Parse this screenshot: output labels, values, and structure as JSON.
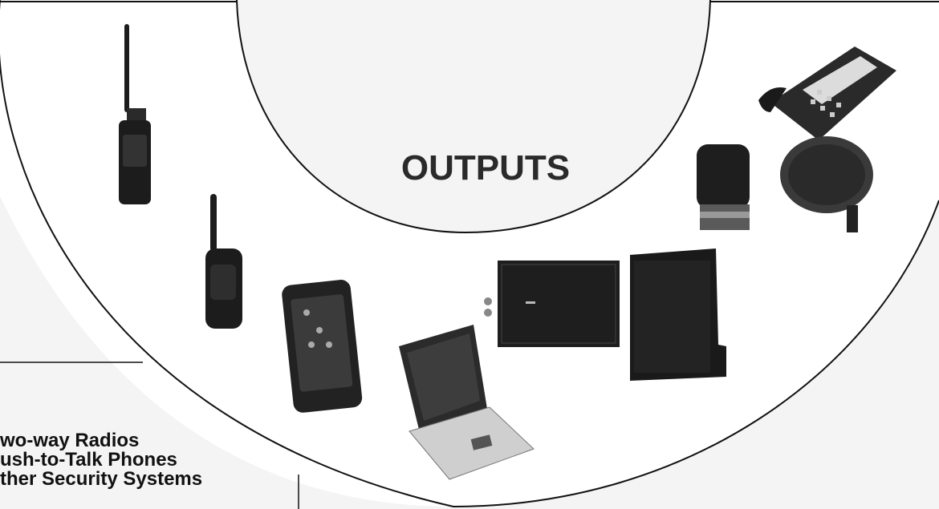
{
  "diagram": {
    "title": "OUTPUTS",
    "output_list": [
      "wo-way Radios",
      "ush-to-Talk Phones",
      "ther Security Systems"
    ],
    "devices": [
      {
        "name": "two-way-radio-tall",
        "icon": "radio-icon"
      },
      {
        "name": "two-way-radio-compact",
        "icon": "radio-icon"
      },
      {
        "name": "push-to-talk-phone",
        "icon": "smartphone-icon"
      },
      {
        "name": "laptop",
        "icon": "laptop-icon"
      },
      {
        "name": "network-controller-box",
        "icon": "controller-box-icon"
      },
      {
        "name": "speaker-cabinet",
        "icon": "speaker-icon"
      },
      {
        "name": "desk-phone",
        "icon": "desk-phone-icon"
      },
      {
        "name": "strobe-beacon",
        "icon": "beacon-icon"
      },
      {
        "name": "horn-siren",
        "icon": "siren-icon"
      }
    ],
    "colors": {
      "background": "#f4f4f4",
      "arc_band": "#ffffff",
      "outline": "#111111",
      "device_dark": "#1c1c1c"
    }
  }
}
